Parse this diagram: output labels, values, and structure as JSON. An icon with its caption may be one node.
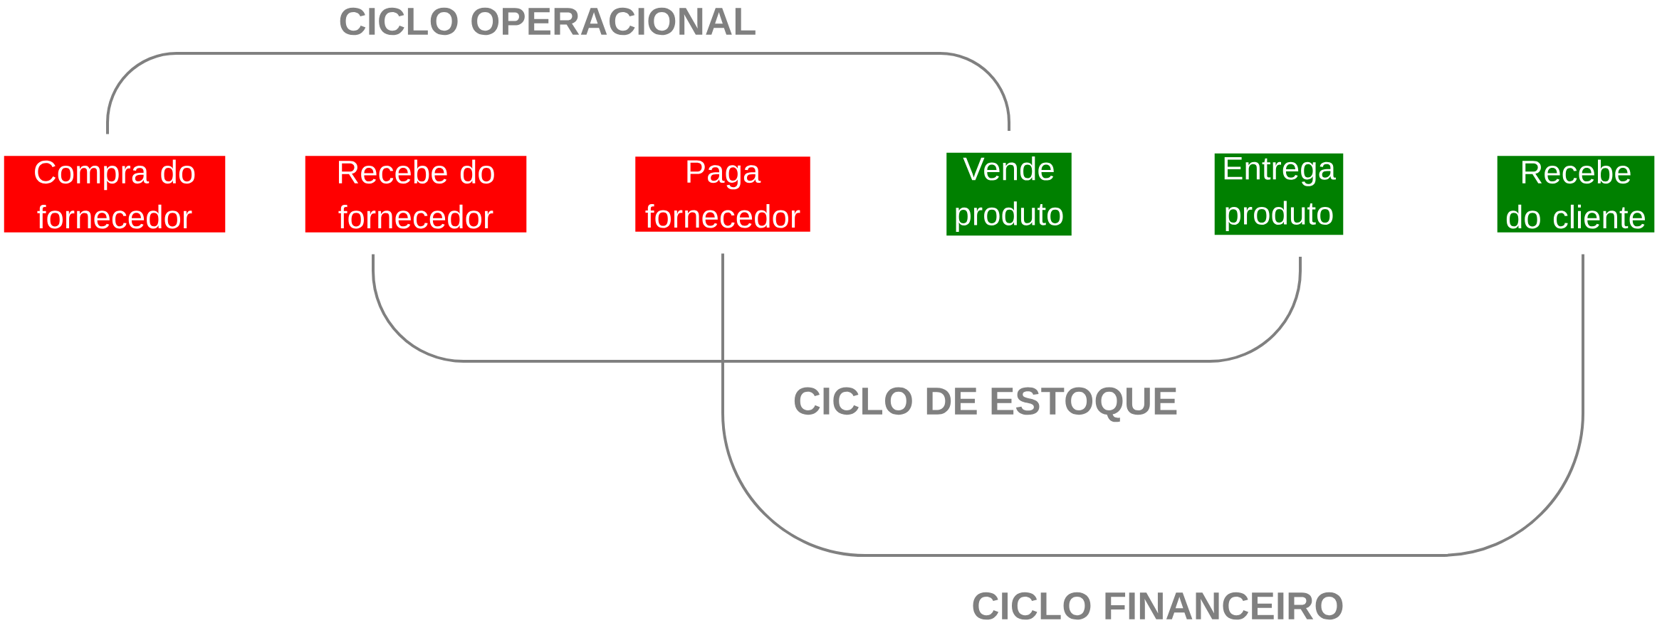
{
  "diagram": {
    "nodes": [
      {
        "text": [
          "Compra do fornecedor"
        ]
      },
      {
        "text": [
          "Recebe do fornecedor"
        ]
      },
      {
        "text": [
          "Paga fornecedor"
        ]
      },
      {
        "text": [
          "Vende produto"
        ]
      },
      {
        "text": [
          "Entrega produto"
        ]
      },
      {
        "text": [
          "Recebe do cliente"
        ]
      }
    ],
    "edges": [
      {
        "from": 0,
        "to": 3,
        "arrow": "none",
        "label": "CICLO OPERACIONAL"
      },
      {
        "from": 1,
        "to": 4,
        "arrow": "none",
        "label": "CICLO DE ESTOQUE"
      },
      {
        "from": 2,
        "to": 5,
        "arrow": "none",
        "label": "CICLO FINANCEIRO"
      }
    ]
  }
}
